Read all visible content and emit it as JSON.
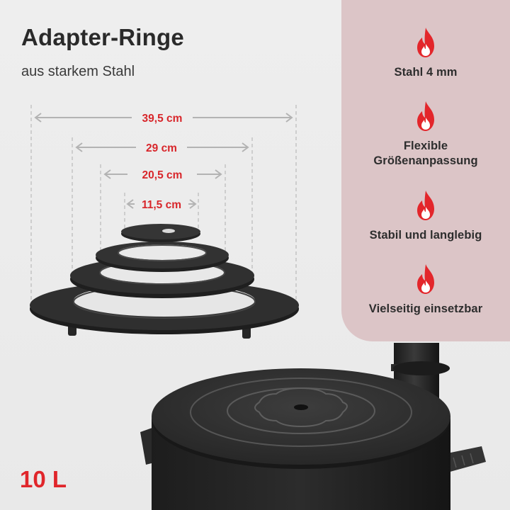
{
  "header": {
    "title": "Adapter-Ringe",
    "subtitle": "aus starkem Stahl"
  },
  "dimensions": [
    {
      "label": "39,5 cm"
    },
    {
      "label": "29 cm"
    },
    {
      "label": "20,5 cm"
    },
    {
      "label": "11,5 cm"
    }
  ],
  "features": [
    {
      "icon": "flame-icon",
      "label": "Stahl 4 mm"
    },
    {
      "icon": "flame-icon",
      "label": "Flexible\nGrößenanpassung"
    },
    {
      "icon": "flame-icon",
      "label": "Stabil und langlebig"
    },
    {
      "icon": "flame-icon",
      "label": "Vielseitig einsetzbar"
    }
  ],
  "badge": {
    "volume": "10 L"
  },
  "colors": {
    "accent": "#e0262b",
    "panel": "#dcc5c7",
    "steel": "#2b2b2b",
    "text": "#2a2a2a"
  }
}
